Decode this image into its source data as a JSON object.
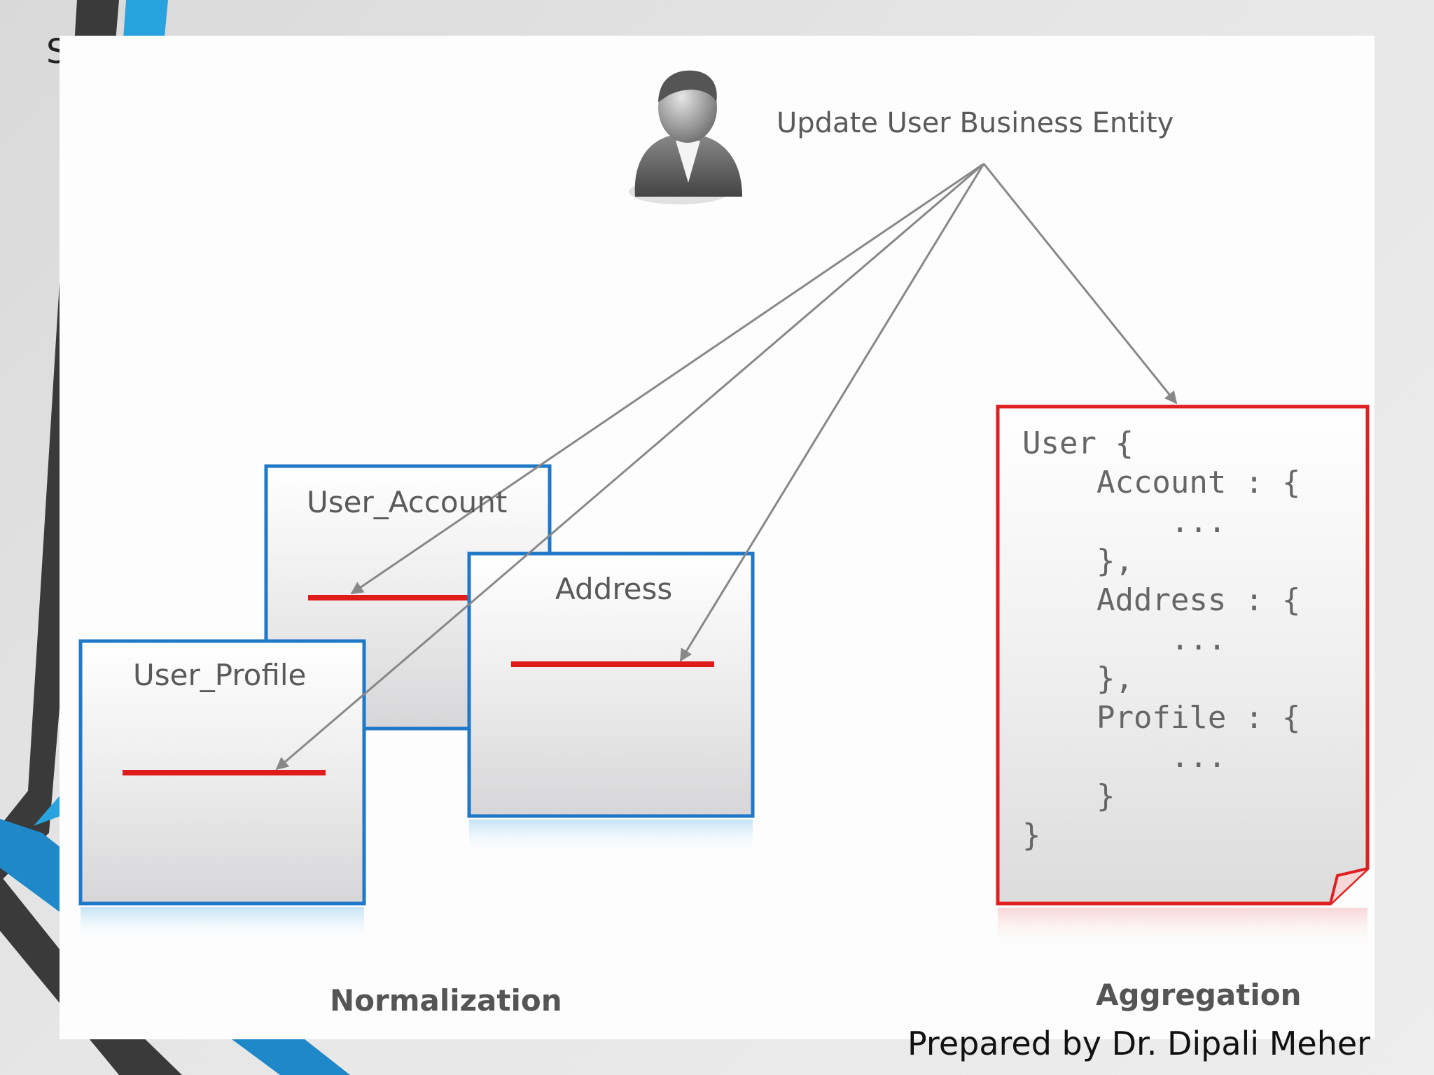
{
  "slide": {
    "title_fragment": "S",
    "footer": "Prepared by Dr. Dipali Meher"
  },
  "diagram": {
    "heading": "Update User Business Entity",
    "boxes": {
      "user_account": "User_Account",
      "address": "Address",
      "user_profile": "User_Profile"
    },
    "normalization_label": "Normalization",
    "aggregation_label": "Aggregation",
    "code_lines": [
      "User {",
      "    Account : {",
      "        ...",
      "    },",
      "    Address : {",
      "        ...",
      "    },",
      "    Profile : {",
      "        ...",
      "    }",
      "}"
    ]
  },
  "colors": {
    "box_border": "#1f78c8",
    "field_line": "#e01b1b",
    "aggregate_border": "#e02020",
    "accent_blue": "#29a3e0",
    "deco_dark": "#3a3a3a"
  },
  "icons": {
    "user": "user-silhouette-icon"
  }
}
